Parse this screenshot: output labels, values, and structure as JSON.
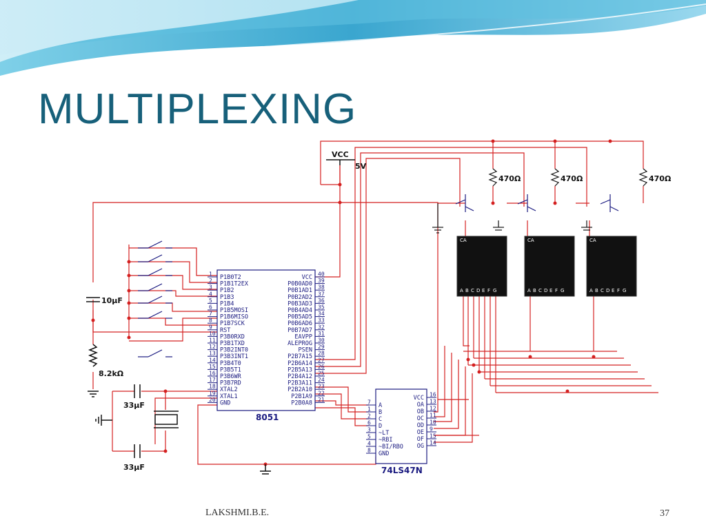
{
  "slide": {
    "title": "MULTIPLEXING",
    "footer_author": "LAKSHMI.B.E.",
    "page_number": "37"
  },
  "schematic": {
    "power": {
      "label": "VCC",
      "voltage": "5V"
    },
    "resistors": {
      "base": "470Ω",
      "pullup": "8.2kΩ"
    },
    "capacitors": {
      "reset": "10μF",
      "crystal_top": "33μF",
      "crystal_bottom": "33μF"
    },
    "mcu": {
      "name": "8051",
      "left_pins": [
        {
          "num": "1",
          "name": "P1B0T2"
        },
        {
          "num": "2",
          "name": "P1B1T2EX"
        },
        {
          "num": "3",
          "name": "P1B2"
        },
        {
          "num": "4",
          "name": "P1B3"
        },
        {
          "num": "5",
          "name": "P1B4"
        },
        {
          "num": "6",
          "name": "P1B5MOSI"
        },
        {
          "num": "7",
          "name": "P1B6MISO"
        },
        {
          "num": "8",
          "name": "P1B7SCK"
        },
        {
          "num": "9",
          "name": "RST"
        },
        {
          "num": "10",
          "name": "P3B0RXD"
        },
        {
          "num": "11",
          "name": "P3B1TXD"
        },
        {
          "num": "12",
          "name": "P3B2INT0"
        },
        {
          "num": "13",
          "name": "P3B3INT1"
        },
        {
          "num": "14",
          "name": "P3B4T0"
        },
        {
          "num": "15",
          "name": "P3B5T1"
        },
        {
          "num": "16",
          "name": "P3B6WR"
        },
        {
          "num": "17",
          "name": "P3B7RD"
        },
        {
          "num": "18",
          "name": "XTAL2"
        },
        {
          "num": "19",
          "name": "XTAL1"
        },
        {
          "num": "20",
          "name": "GND"
        }
      ],
      "right_pins": [
        {
          "num": "40",
          "name": "VCC"
        },
        {
          "num": "39",
          "name": "P0B0AD0"
        },
        {
          "num": "38",
          "name": "P0B1AD1"
        },
        {
          "num": "37",
          "name": "P0B2AD2"
        },
        {
          "num": "36",
          "name": "P0B3AD3"
        },
        {
          "num": "35",
          "name": "P0B4AD4"
        },
        {
          "num": "34",
          "name": "P0B5AD5"
        },
        {
          "num": "33",
          "name": "P0B6AD6"
        },
        {
          "num": "32",
          "name": "P0B7AD7"
        },
        {
          "num": "31",
          "name": "EAVPP"
        },
        {
          "num": "30",
          "name": "ALEPROG"
        },
        {
          "num": "29",
          "name": "PSEN"
        },
        {
          "num": "28",
          "name": "P2B7A15"
        },
        {
          "num": "27",
          "name": "P2B6A14"
        },
        {
          "num": "26",
          "name": "P2B5A13"
        },
        {
          "num": "25",
          "name": "P2B4A12"
        },
        {
          "num": "24",
          "name": "P2B3A11"
        },
        {
          "num": "23",
          "name": "P2B2A10"
        },
        {
          "num": "22",
          "name": "P2B1A9"
        },
        {
          "num": "21",
          "name": "P2B0A8"
        }
      ]
    },
    "decoder": {
      "name": "74LS47N",
      "left_pins": [
        {
          "num": "7",
          "name": "A"
        },
        {
          "num": "1",
          "name": "B"
        },
        {
          "num": "2",
          "name": "C"
        },
        {
          "num": "6",
          "name": "D"
        },
        {
          "num": "3",
          "name": "~LT"
        },
        {
          "num": "5",
          "name": "~RBI"
        },
        {
          "num": "4",
          "name": "~BI/RBO"
        },
        {
          "num": "8",
          "name": "GND"
        }
      ],
      "right_pins": [
        {
          "num": "16",
          "name": "VCC"
        },
        {
          "num": "13",
          "name": "OA"
        },
        {
          "num": "12",
          "name": "OB"
        },
        {
          "num": "11",
          "name": "OC"
        },
        {
          "num": "10",
          "name": "OD"
        },
        {
          "num": "9",
          "name": "OE"
        },
        {
          "num": "15",
          "name": "OF"
        },
        {
          "num": "14",
          "name": "OG"
        }
      ]
    },
    "displays": [
      {
        "type": "CA",
        "segments": [
          "A",
          "B",
          "C",
          "D",
          "E",
          "F",
          "G"
        ]
      },
      {
        "type": "CA",
        "segments": [
          "A",
          "B",
          "C",
          "D",
          "E",
          "F",
          "G"
        ]
      },
      {
        "type": "CA",
        "segments": [
          "A",
          "B",
          "C",
          "D",
          "E",
          "F",
          "G"
        ]
      }
    ]
  },
  "colors": {
    "title": "#17607a",
    "wire": "#d42020",
    "ink": "#1a1a80",
    "display": "#111111"
  }
}
